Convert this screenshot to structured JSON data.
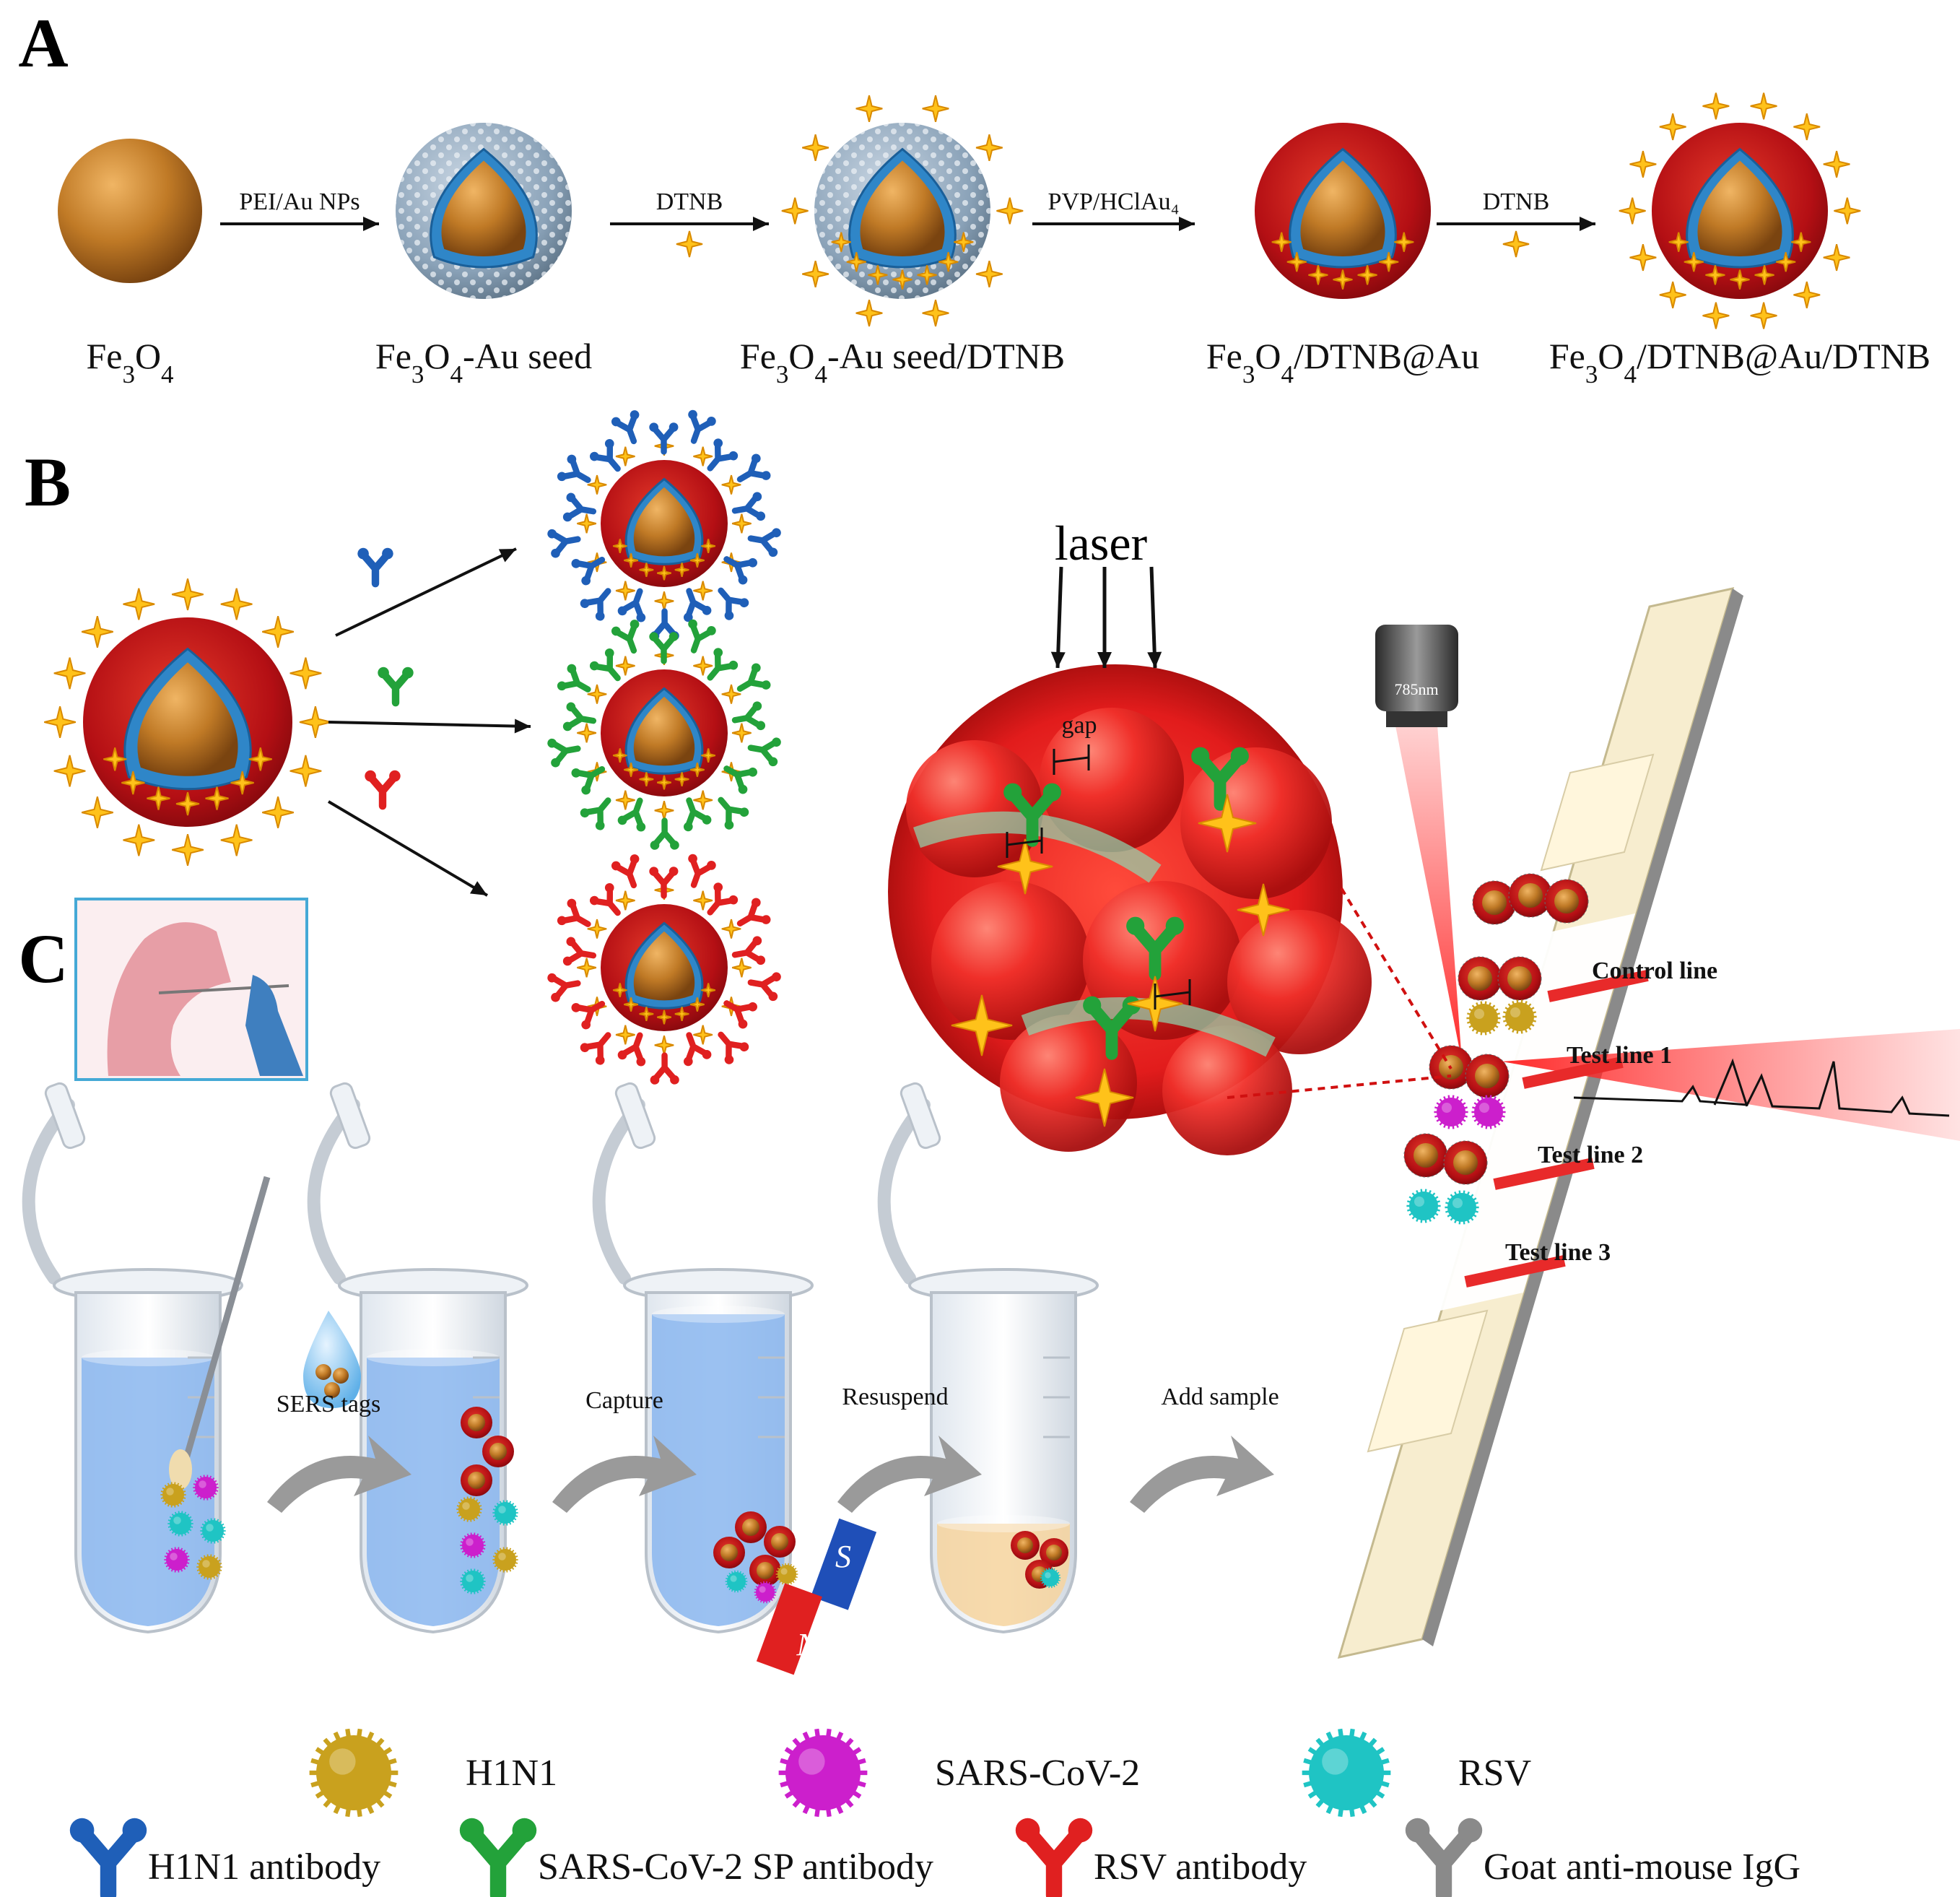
{
  "panels": {
    "a": "A",
    "b": "B",
    "c": "C"
  },
  "panel_a": {
    "steps": [
      {
        "label_parts": [
          {
            "t": "Fe"
          },
          {
            "t": "3",
            "sub": true
          },
          {
            "t": "O"
          },
          {
            "t": "4",
            "sub": true
          }
        ]
      },
      {
        "label_parts": [
          {
            "t": "Fe"
          },
          {
            "t": "3",
            "sub": true
          },
          {
            "t": "O"
          },
          {
            "t": "4",
            "sub": true
          },
          {
            "t": "-Au seed"
          }
        ]
      },
      {
        "label_parts": [
          {
            "t": "Fe"
          },
          {
            "t": "3",
            "sub": true
          },
          {
            "t": "O"
          },
          {
            "t": "4",
            "sub": true
          },
          {
            "t": "-Au seed/DTNB"
          }
        ]
      },
      {
        "label_parts": [
          {
            "t": "Fe"
          },
          {
            "t": "3",
            "sub": true
          },
          {
            "t": "O"
          },
          {
            "t": "4",
            "sub": true
          },
          {
            "t": "/DTNB@Au"
          }
        ]
      },
      {
        "label_parts": [
          {
            "t": "Fe"
          },
          {
            "t": "3",
            "sub": true
          },
          {
            "t": "O"
          },
          {
            "t": "4",
            "sub": true
          },
          {
            "t": "/DTNB@Au/DTNB"
          }
        ]
      }
    ],
    "arrows": [
      "PEI/Au NPs",
      "DTNB",
      "PVP/HClAu₄",
      "DTNB"
    ]
  },
  "panel_b": {
    "laser": "laser",
    "gap": "gap",
    "objective": "785nm",
    "strip_lines": [
      "Control line",
      "Test line 1",
      "Test line 2",
      "Test line 3"
    ]
  },
  "panel_c": {
    "steps": [
      "SERS tags",
      "Capture",
      "Resuspend",
      "Add sample"
    ],
    "magnet": [
      "S",
      "N"
    ]
  },
  "legend": {
    "viruses": [
      "H1N1",
      "SARS-CoV-2",
      "RSV"
    ],
    "antibodies": [
      "H1N1 antibody",
      "SARS-CoV-2 SP antibody",
      "RSV antibody",
      "Goat anti-mouse IgG"
    ]
  },
  "colors": {
    "core": "#c07a26",
    "shell_red": "#c8141a",
    "blue_ab": "#1f5fb8",
    "green_ab": "#23a23a",
    "red_ab": "#e02020",
    "gray_ab": "#8a8a8a",
    "h1n1": "#c9a11e",
    "sars": "#cc1fcc",
    "rsv": "#1fc4c4"
  }
}
